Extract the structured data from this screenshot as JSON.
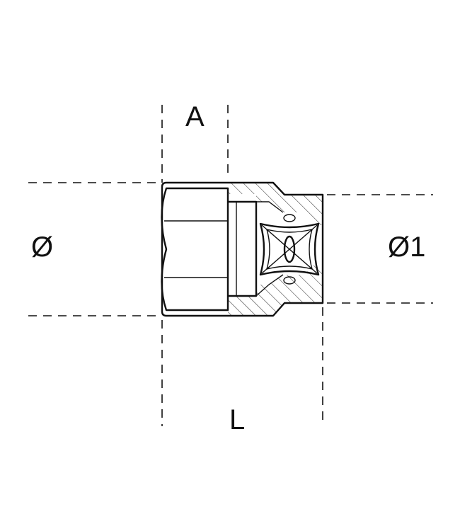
{
  "labels": {
    "across_flats": "A",
    "outer_diameter": "Ø",
    "drive_diameter": "Ø1",
    "length": "L"
  },
  "colors": {
    "line": "#111111",
    "background": "#ffffff"
  }
}
